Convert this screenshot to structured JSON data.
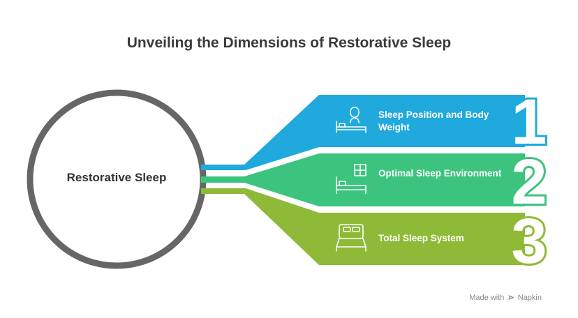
{
  "title": "Unveiling the Dimensions of Restorative Sleep",
  "center": {
    "label": "Restorative Sleep"
  },
  "items": [
    {
      "number": "1",
      "label": "Sleep Position and Body Weight",
      "icon": "person-in-bed-icon",
      "color": "#1fa9dc"
    },
    {
      "number": "2",
      "label": "Optimal Sleep Environment",
      "icon": "bedroom-window-icon",
      "color": "#3cc47e"
    },
    {
      "number": "3",
      "label": "Total Sleep System",
      "icon": "bed-icon",
      "color": "#8eba38"
    }
  ],
  "footer": {
    "made_with": "Made with",
    "brand": "Napkin"
  },
  "colors": {
    "ring": "#666666",
    "title": "#3a3a3a"
  }
}
